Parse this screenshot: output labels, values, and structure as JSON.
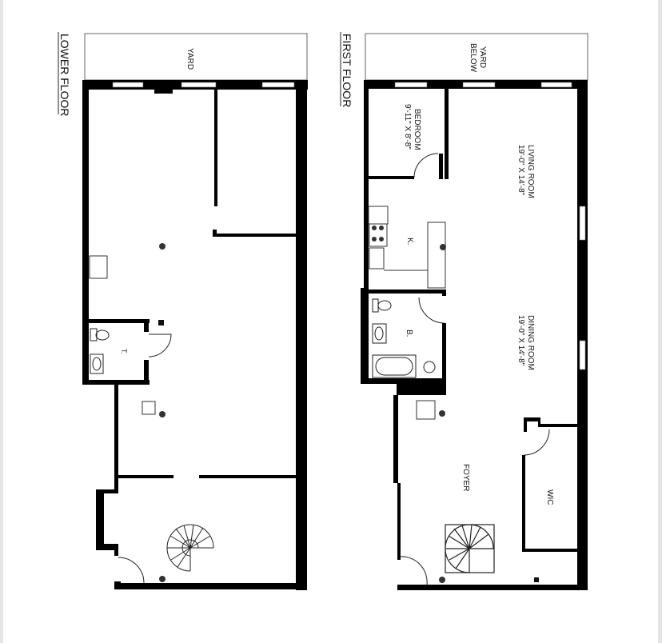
{
  "document": {
    "type": "floor-plan",
    "background": "#ffffff",
    "wall_color": "#000000"
  },
  "lower_floor": {
    "title": "LOWER FLOOR",
    "yard_label": "YARD",
    "toilet_label": "T."
  },
  "first_floor": {
    "title": "FIRST FLOOR",
    "yard_label_line1": "YARD",
    "yard_label_line2": "BELOW",
    "bedroom": {
      "name": "BEDROOM",
      "size": "9'-11\" X 8'-8\""
    },
    "living_room": {
      "name": "LIVING ROOM",
      "size": "19'-0\" X 14'-8\""
    },
    "dining_room": {
      "name": "DINING ROOM",
      "size": "19'-0\" X 14'-8\""
    },
    "kitchen_label": "K.",
    "bath_label": "B.",
    "foyer_label": "FOYER",
    "closet_label": "WIC"
  }
}
